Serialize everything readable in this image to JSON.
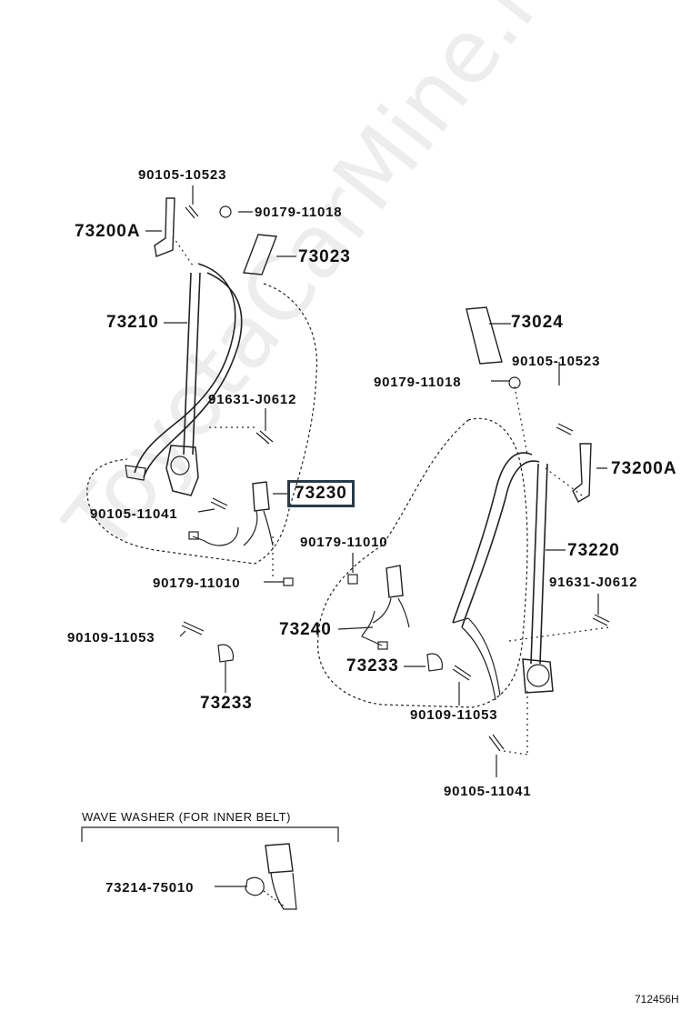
{
  "watermark": "ToyotaCarMine.ru",
  "figure_id": "712456H",
  "note": "WAVE WASHER (FOR INNER BELT)",
  "parts": {
    "p_90105_10523_a": "90105-10523",
    "p_90179_11018_a": "90179-11018",
    "p_73200A_a": "73200A",
    "p_73023": "73023",
    "p_73210": "73210",
    "p_91631_J0612_a": "91631-J0612",
    "p_73230": "73230",
    "p_90105_11041_a": "90105-11041",
    "p_90179_11010_a": "90179-11010",
    "p_90109_11053_a": "90109-11053",
    "p_73233_a": "73233",
    "p_73024": "73024",
    "p_90105_10523_b": "90105-10523",
    "p_90179_11018_b": "90179-11018",
    "p_73200A_b": "73200A",
    "p_73220": "73220",
    "p_91631_J0612_b": "91631-J0612",
    "p_90179_11010_b": "90179-11010",
    "p_73240": "73240",
    "p_73233_b": "73233",
    "p_90109_11053_b": "90109-11053",
    "p_90105_11041_b": "90105-11041",
    "p_73214_75010": "73214-75010"
  },
  "highlight_color": "#2d3a45",
  "line_color": "#222222"
}
